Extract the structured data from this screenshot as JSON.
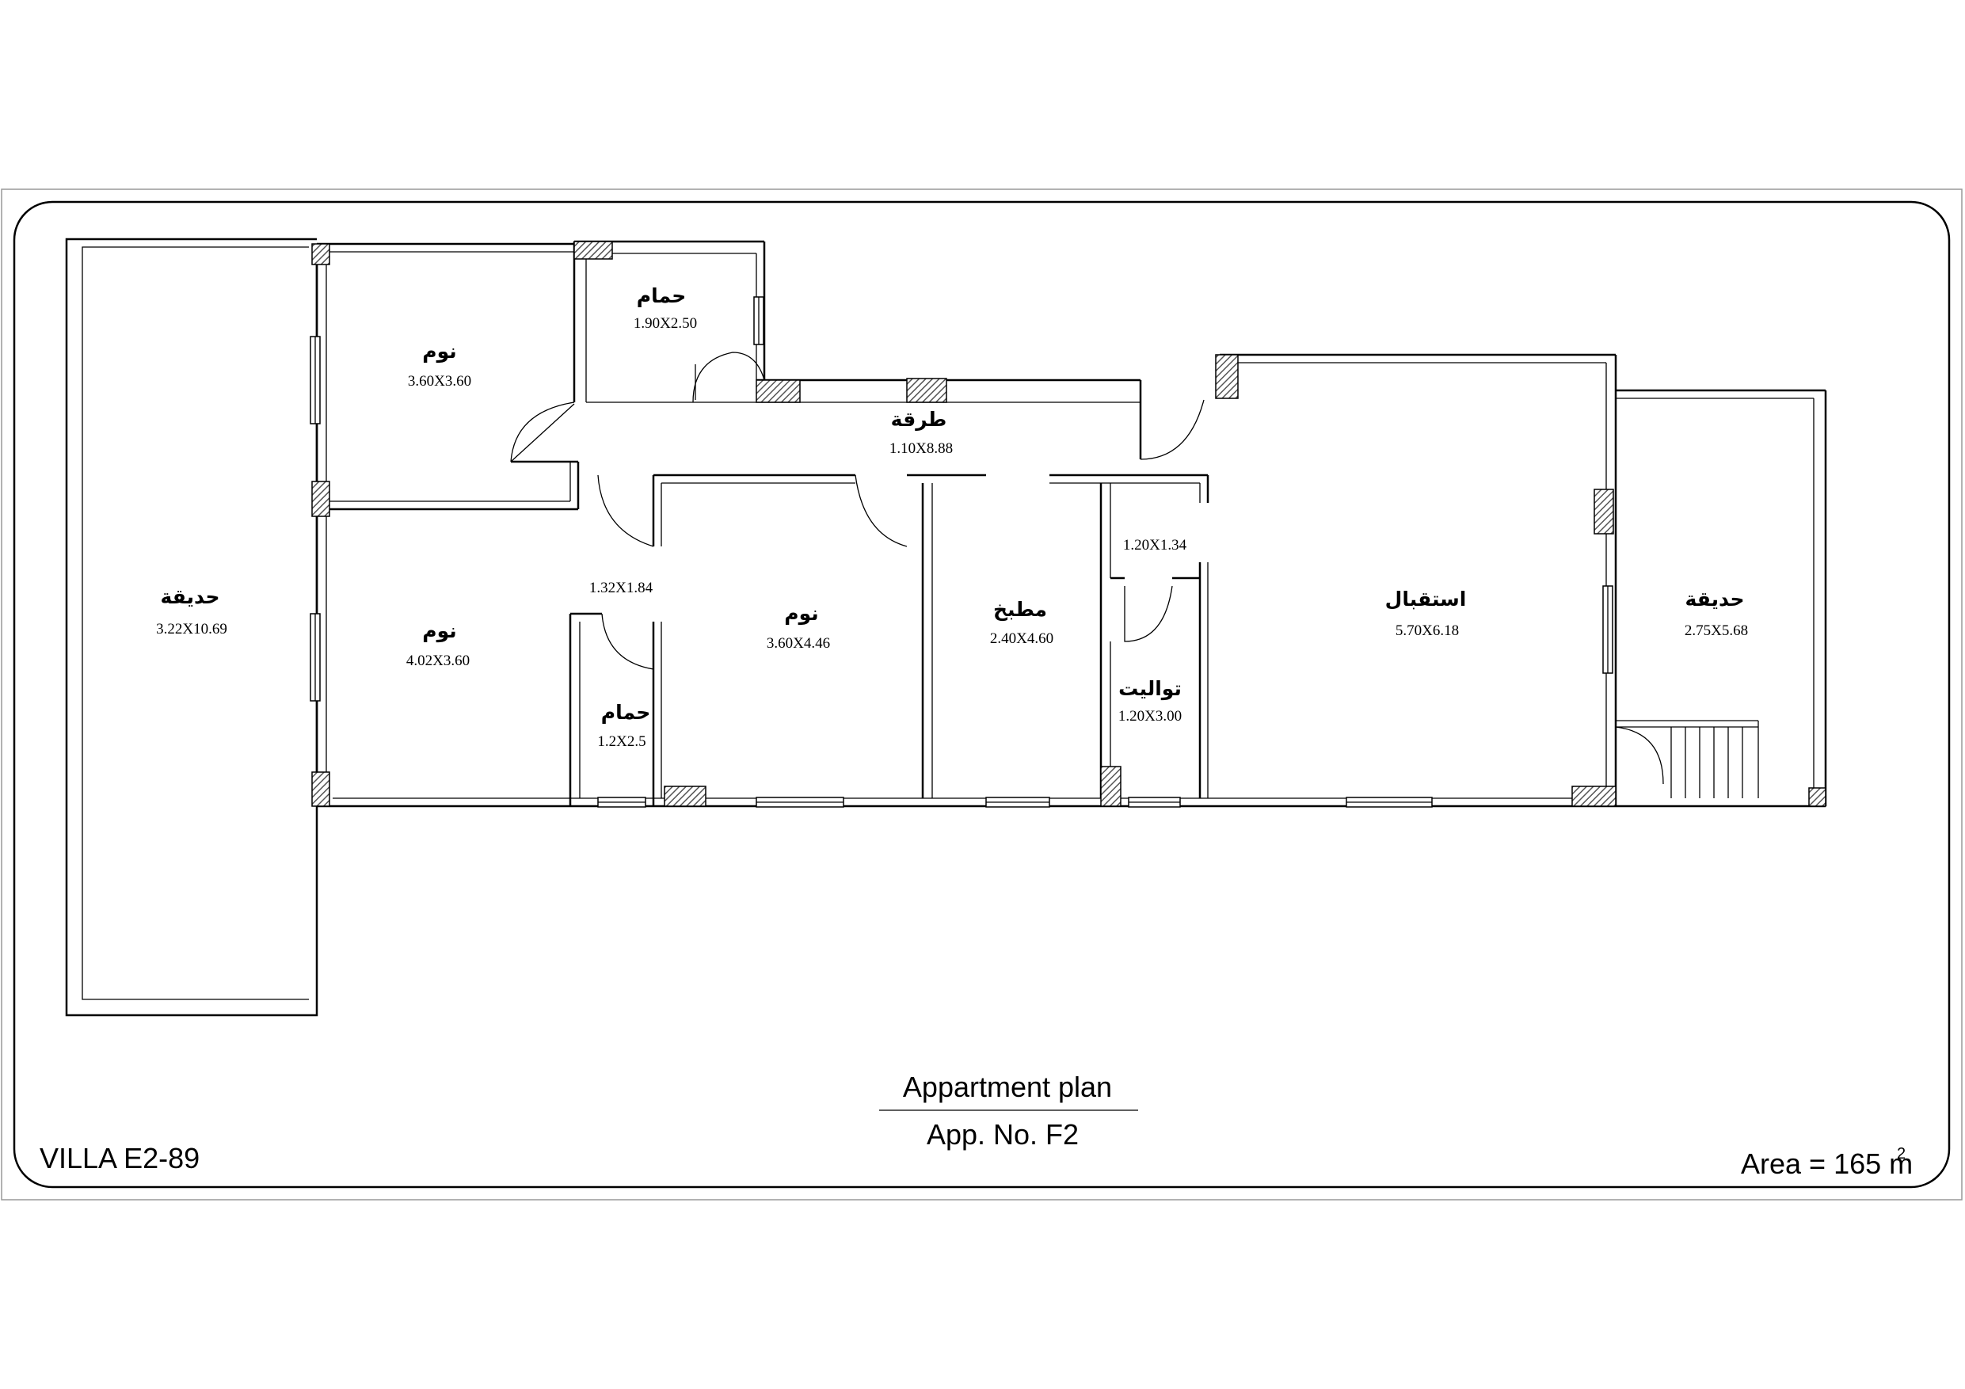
{
  "rooms": {
    "bed_top": {
      "name": "نوم",
      "dim": "3.60X3.60"
    },
    "bath_top": {
      "name": "حمام",
      "dim": "1.90X2.50"
    },
    "corridor": {
      "name": "طرقة",
      "dim": "1.10X8.88"
    },
    "bed_left": {
      "name": "نوم",
      "dim": "4.02X3.60"
    },
    "bath_small": {
      "name": "حمام",
      "dim": "1.2X2.5"
    },
    "bath_small_lobby": {
      "dim": "1.32X1.84"
    },
    "bed_mid": {
      "name": "نوم",
      "dim": "3.60X4.46"
    },
    "kitchen": {
      "name": "مطبخ",
      "dim": "2.40X4.60"
    },
    "toilet_lobby": {
      "dim": "1.20X1.34"
    },
    "toilet": {
      "name": "تواليت",
      "dim": "1.20X3.00"
    },
    "reception": {
      "name": "استقبال",
      "dim": "5.70X6.18"
    },
    "garden_left": {
      "name": "حديقة",
      "dim": "3.22X10.69"
    },
    "garden_right": {
      "name": "حديقة",
      "dim": "2.75X5.68"
    }
  },
  "title_block": {
    "title": "Appartment plan",
    "app_no": "App. No. F2",
    "villa": "VILLA E2-89",
    "area": "Area = 165 m",
    "area_sup": "2"
  }
}
